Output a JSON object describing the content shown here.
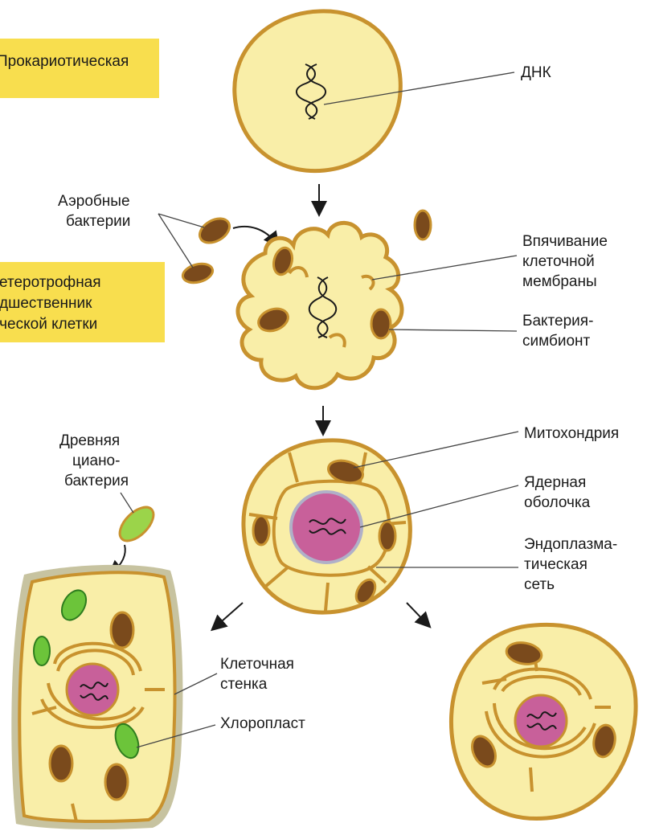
{
  "banners": {
    "prokaryote": "Прокариотическая",
    "heterotroph_line1": "Гетеротрофная",
    "heterotroph_line2": "предшественник",
    "heterotroph_line3": "эукариотической клетки"
  },
  "labels": {
    "dna": "ДНК",
    "aerobic_1": "Аэробные",
    "aerobic_2": "бактерии",
    "invagination_1": "Впячивание",
    "invagination_2": "клеточной",
    "invagination_3": "мембраны",
    "symbiont_1": "Бактерия-",
    "symbiont_2": "симбионт",
    "cyano_1": "Древняя",
    "cyano_2": "циано-",
    "cyano_3": "бактерия",
    "mitochondria": "Митохондрия",
    "nuclear_1": "Ядерная",
    "nuclear_2": "оболочка",
    "er_1": "Эндоплазма-",
    "er_2": "тическая",
    "er_3": "сеть",
    "cell_wall_1": "Клеточная",
    "cell_wall_2": "стенка",
    "chloroplast": "Хлоропласт"
  },
  "colors": {
    "cytoplasm": "#f9eea8",
    "membrane": "#c8922e",
    "banner": "#f8de4e",
    "mitochondria": "#7a4a1c",
    "nucleus": "#c8609a",
    "chloroplast": "#6cc43a",
    "cyanobacterium": "#9bd44a",
    "cell_wall": "#c7c3a0"
  }
}
